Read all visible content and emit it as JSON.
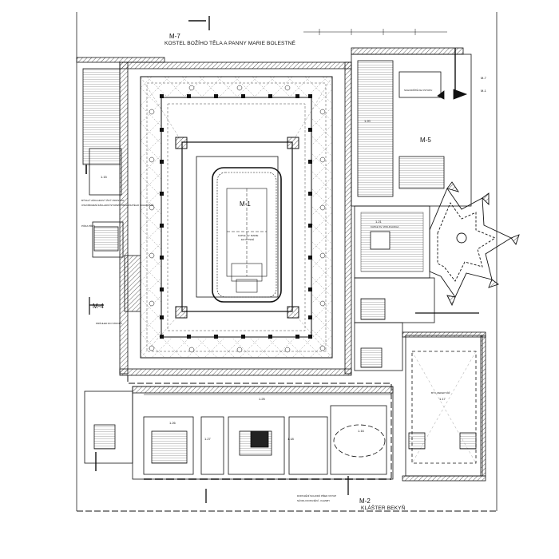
{
  "drawing": {
    "labels": {
      "m7": "M-7",
      "kostel": "KOSTEL BOŽÍHO TĚLA A PANNY MARIE BOLESTNÉ",
      "m1": "M-1",
      "m1_caption_1": "KAPLE SV. MARIE",
      "m1_caption_2": "EGYPTSKÉ",
      "m5": "M-5",
      "m4": "M-4",
      "m2": "M-2",
      "klaster": "KLÁŠTER BEKYŇ",
      "m7_right": "M-7",
      "m1_right": "M-1"
    },
    "rooms": {
      "r121": "1.21",
      "r121_name": "KAPLE SV. WOLFGANGA",
      "r120": "1.20",
      "r125": "1.25",
      "r126": "1.26",
      "r127": "1.27",
      "r118": "1.18",
      "r116": "1.16",
      "r117": "1.17",
      "r117_name": "BÝV. REFEKTÁŘ",
      "r115": "1.15"
    },
    "notes": {
      "left_note_a": "BÝVALÝ ZÁKLADOVÝ ŽIVÝ PROSTOR",
      "left_note_b": "OSVOBOZENÍ ZÁKLADNÍ STUPEŇ PŘESUNUTÉHO SCHODIŠTĚ",
      "left_note_c": "PŮDA PŘES",
      "left_note_d": "PRŮHLED DO STROPU",
      "right_note_a": "SCHODIŠTĚ KE VSTUPU",
      "bottom_note_a": "DOPLNĚNÍ SCHODŮ PŘED VSTUP",
      "bottom_note_b": "NÁVRH DOPLNĚNÍ - KLENBY"
    },
    "colors": {
      "ink": "#111111",
      "paper": "#ffffff",
      "hatch": "#555555"
    }
  }
}
